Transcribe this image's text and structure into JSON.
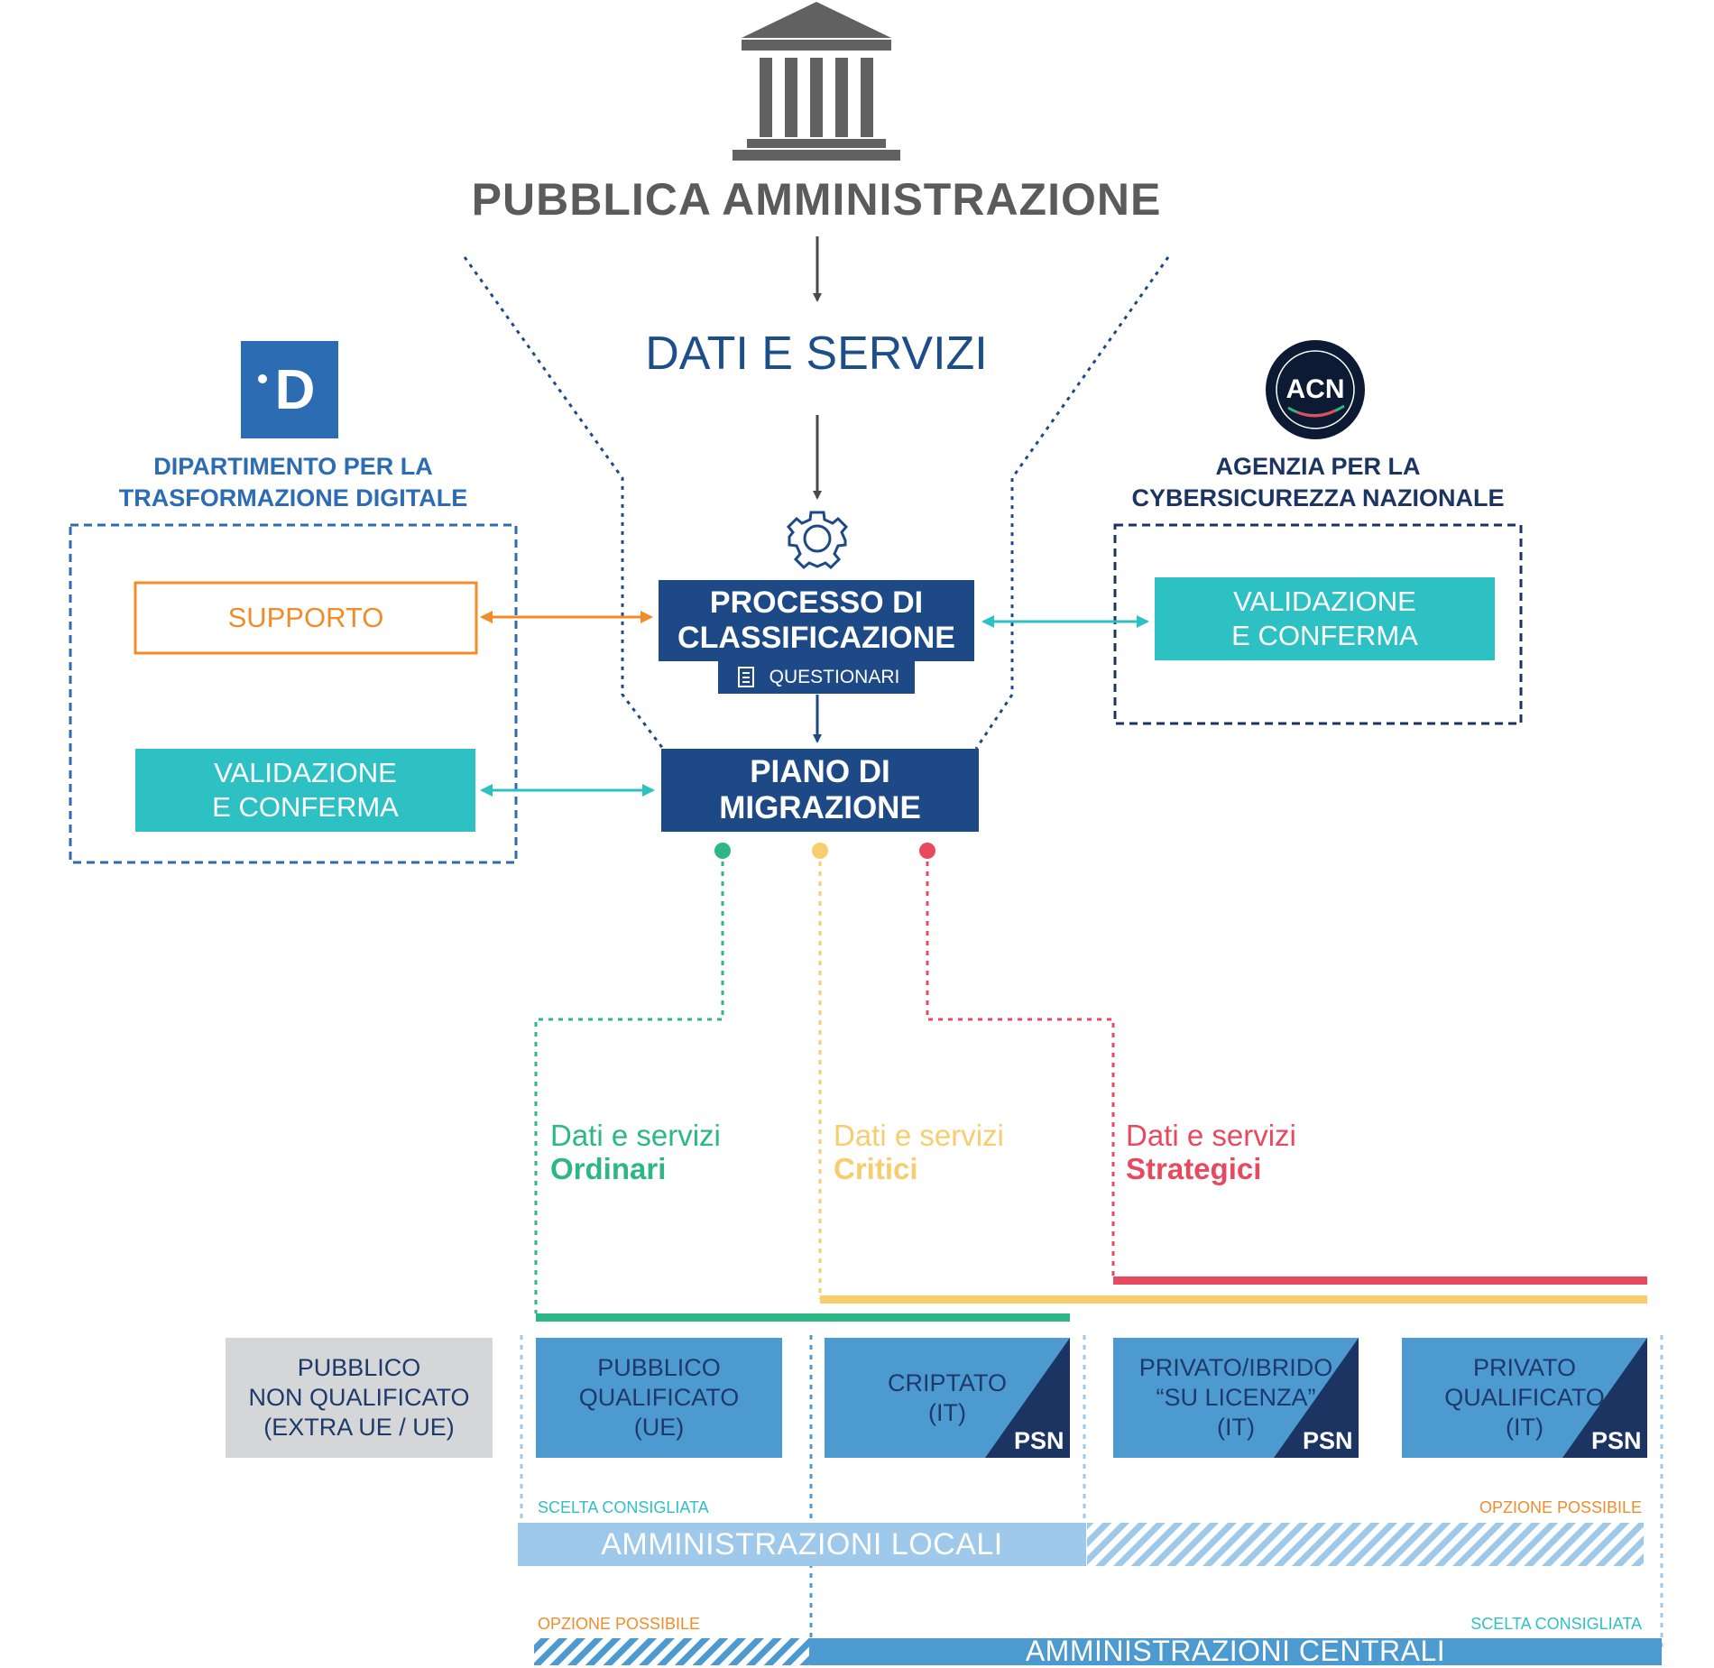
{
  "header": {
    "building_icon": "building-icon",
    "title": "PUBBLICA AMMINISTRAZIONE",
    "dati_servizi": "DATI E SERVIZI"
  },
  "left_org": {
    "logo_letter": "D",
    "name_line1": "DIPARTIMENTO PER LA",
    "name_line2": "TRASFORMAZIONE DIGITALE",
    "support_label": "SUPPORTO",
    "validation_line1": "VALIDAZIONE",
    "validation_line2": "E CONFERMA"
  },
  "right_org": {
    "logo_text": "ACN",
    "name_line1": "AGENZIA PER LA",
    "name_line2": "CYBERSICUREZZA NAZIONALE",
    "validation_line1": "VALIDAZIONE",
    "validation_line2": "E CONFERMA"
  },
  "process": {
    "gear_icon": "gear-icon",
    "line1": "PROCESSO DI",
    "line2": "CLASSIFICAZIONE",
    "questionnaire_label": "QUESTIONARI",
    "questionnaire_icon": "document-icon"
  },
  "plan": {
    "line1": "PIANO DI",
    "line2": "MIGRAZIONE"
  },
  "categories": [
    {
      "prefix": "Dati e servizi",
      "name": "Ordinari",
      "color": "#2db784"
    },
    {
      "prefix": "Dati e servizi",
      "name": "Critici",
      "color": "#f7cd6e"
    },
    {
      "prefix": "Dati e servizi",
      "name": "Strategici",
      "color": "#e8495e"
    }
  ],
  "tiers": {
    "public_unqualified": [
      "PUBBLICO",
      "NON QUALIFICATO",
      "(EXTRA UE / UE)"
    ],
    "public_qualified": [
      "PUBBLICO",
      "QUALIFICATO",
      "(UE)"
    ],
    "encrypted": [
      "CRIPTATO",
      "(IT)"
    ],
    "private_hybrid": [
      "PRIVATO/IBRIDO",
      "“SU LICENZA”",
      "(IT)"
    ],
    "private_qualified": [
      "PRIVATO",
      "QUALIFICATO",
      "(IT)"
    ],
    "psn_label": "PSN"
  },
  "bands": {
    "local_recommended": "SCELTA CONSIGLIATA",
    "local_possible": "OPZIONE POSSIBILE",
    "local_label": "AMMINISTRAZIONI LOCALI",
    "central_possible": "OPZIONE POSSIBILE",
    "central_recommended": "SCELTA CONSIGLIATA",
    "central_label": "AMMINISTRAZIONI CENTRALI"
  },
  "colors": {
    "navy": "#1d4a87",
    "blue": "#2b6cb3",
    "teal": "#2ec1c4",
    "orange": "#f28c28",
    "tier_blue": "#4d9ad0",
    "tier_gray": "#d5d6d8",
    "local_band": "#9ec9ea",
    "central_band": "#4d9ad0",
    "dark_navy": "#1b3461"
  }
}
